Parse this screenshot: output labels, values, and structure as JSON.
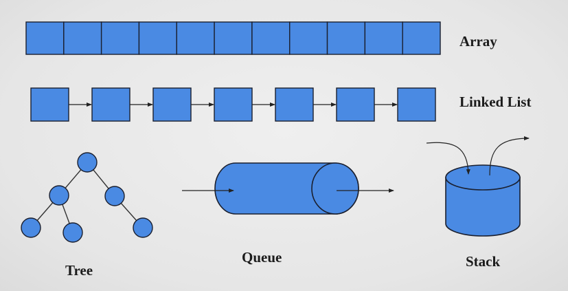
{
  "labels": {
    "array": "Array",
    "linked_list": "Linked List",
    "tree": "Tree",
    "queue": "Queue",
    "stack": "Stack"
  },
  "colors": {
    "fill": "#4a8ae3",
    "stroke": "#1a1f2e",
    "arrow": "#222222",
    "label": "#1b1b1b",
    "background": "#ebebeb"
  },
  "structures": {
    "array_cells": 11,
    "linked_list_nodes": 7,
    "tree_nodes": 6
  }
}
